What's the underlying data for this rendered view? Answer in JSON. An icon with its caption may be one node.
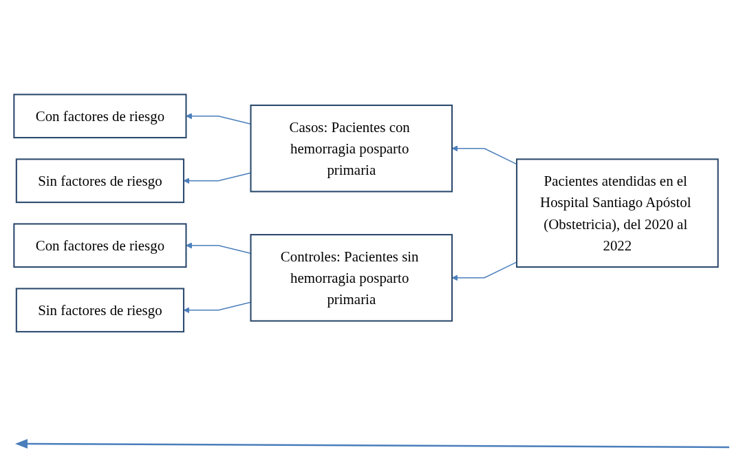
{
  "diagram": {
    "nodes": [
      {
        "text": [
          "Con factores de riesgo"
        ]
      },
      {
        "text": [
          "Casos: Pacientes con hemorragia posparto primaria"
        ]
      },
      {
        "text": [
          "Sin factores de riesgo"
        ]
      },
      {
        "text": [
          "Pacientes atendidas en el Hospital Santiago Apóstol (Obstetricia), del 2020 al 2022"
        ]
      },
      {
        "text": [
          "Con factores de riesgo"
        ]
      },
      {
        "text": [
          "Controles: Pacientes sin hemorragia posparto primaria"
        ]
      },
      {
        "text": [
          "Sin factores de riesgo"
        ]
      }
    ],
    "edges": [
      {
        "from": 3,
        "to": 1,
        "arrow": "to"
      },
      {
        "from": 3,
        "to": 5,
        "arrow": "to"
      },
      {
        "from": 1,
        "to": 0,
        "arrow": "to"
      },
      {
        "from": 1,
        "to": 2,
        "arrow": "to"
      },
      {
        "from": 5,
        "to": 4,
        "arrow": "to"
      },
      {
        "from": 5,
        "to": 6,
        "arrow": "to"
      }
    ]
  }
}
